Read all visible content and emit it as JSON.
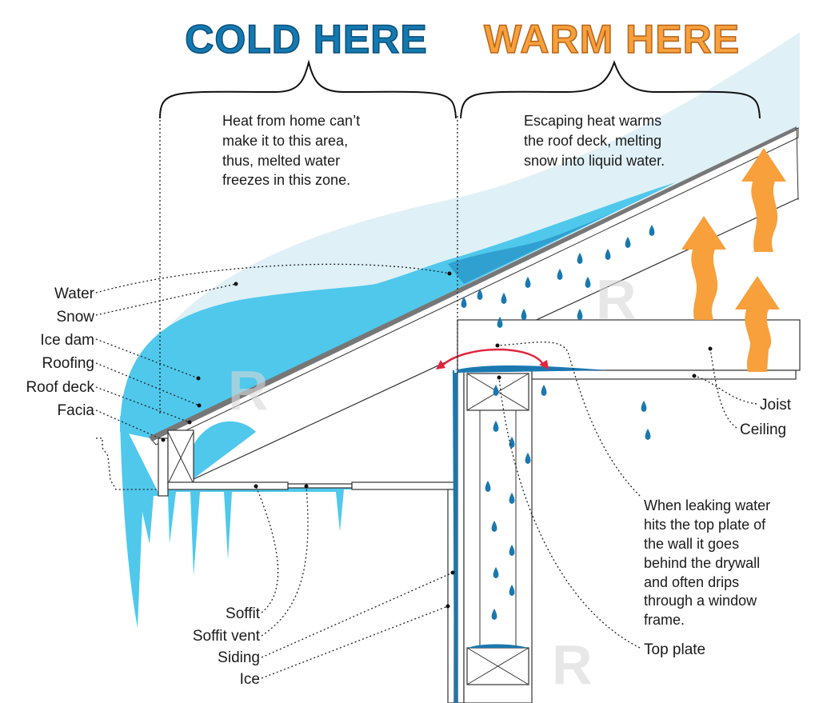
{
  "headers": {
    "cold": "COLD HERE",
    "warm": "WARM HERE"
  },
  "colors": {
    "cold": "#1479b1",
    "warm": "#f7a03c",
    "snow": "#dff0f7",
    "ice": "#4fc8ec",
    "water": "#2fa0d0",
    "drip": "#1a78b0",
    "arrow_red": "#e0253e"
  },
  "cold_text": [
    "Heat from home can’t",
    "make it to this area,",
    "thus, melted water",
    "freezes in this zone."
  ],
  "warm_text": [
    "Escaping heat warms",
    "the roof deck, melting",
    "snow into liquid water."
  ],
  "left_labels": [
    "Water",
    "Snow",
    "Ice dam",
    "Roofing",
    "Roof deck",
    "Facia"
  ],
  "bottom_labels": [
    "Soffit",
    "Soffit vent",
    "Siding",
    "Ice"
  ],
  "right_labels": {
    "joist": "Joist",
    "ceiling": "Ceiling",
    "top_plate": "Top plate"
  },
  "leak_text": [
    "When leaking water",
    "hits the top plate of",
    "the wall it goes",
    "behind the drywall",
    "and often drips",
    "through a window",
    "frame."
  ],
  "watermark": "R"
}
